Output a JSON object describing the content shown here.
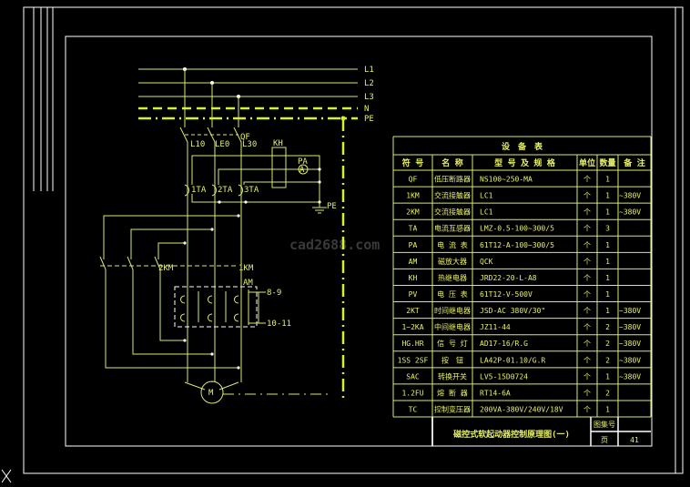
{
  "bus_labels": [
    "L1",
    "L2",
    "L3",
    "N",
    "PE"
  ],
  "circuit_labels": {
    "qf": "QF",
    "l1o": "L10",
    "l2o": "LE0",
    "l3o": "L30",
    "kh": "KH",
    "pa": "PA",
    "ta1": "1TA",
    "ta2": "2TA",
    "ta3": "3TA",
    "pe": "PE",
    "km2": "2KM",
    "km1": "1KM",
    "am": "AM",
    "t89": "8-9",
    "t1011": "10-11",
    "motor": "M"
  },
  "watermark": "cad2688.com",
  "table": {
    "title": "设　备　表",
    "headers": [
      "符 号",
      "名 称",
      "型 号 及 规 格",
      "单位",
      "数量",
      "备 注"
    ],
    "rows": [
      [
        "QF",
        "低压断路器",
        "NS100~250-MA",
        "个",
        "1",
        ""
      ],
      [
        "1KM",
        "交流接触器",
        "LC1",
        "个",
        "1",
        "~380V"
      ],
      [
        "2KM",
        "交流接触器",
        "LC1",
        "个",
        "1",
        "~380V"
      ],
      [
        "TA",
        "电流互感器",
        "LMZ-0.5-100~300/5",
        "个",
        "3",
        ""
      ],
      [
        "PA",
        "电 流 表",
        "61T12-A-100~300/5",
        "个",
        "1",
        ""
      ],
      [
        "AM",
        "磁放大器",
        "QCK",
        "个",
        "1",
        ""
      ],
      [
        "KH",
        "热继电器",
        "JRD22-20-L-A8",
        "个",
        "1",
        ""
      ],
      [
        "PV",
        "电 压 表",
        "61T12-V-500V",
        "个",
        "1",
        ""
      ],
      [
        "2KT",
        "时间继电器",
        "JSD-AC 380V/30\"",
        "个",
        "1",
        "~380V"
      ],
      [
        "1~2KA",
        "中间继电器",
        "JZ11-44",
        "个",
        "2",
        "~380V"
      ],
      [
        "HG.HR",
        "信 号 灯",
        "AD17-16/R.G",
        "个",
        "2",
        "~380V"
      ],
      [
        "1SS 2SF",
        "按　钮",
        "LA42P-01.10/G.R",
        "个",
        "2",
        "~380V"
      ],
      [
        "SAC",
        "转换开关",
        "LV5-15D0724",
        "个",
        "1",
        "~380V"
      ],
      [
        "1.2FU",
        "熔 断 器",
        "RT14-6A",
        "个",
        "2",
        ""
      ],
      [
        "TC",
        "控制变压器",
        "200VA-380V/240V/18V",
        "个",
        "1",
        ""
      ]
    ]
  },
  "title_block": {
    "drawing_title": "磁控式软起动器控制原理图(一)",
    "atlas_label": "图集号",
    "atlas_value": "",
    "page_label": "页",
    "page_value": "41"
  },
  "colors": {
    "line": "#d8e870",
    "frame": "#ffffff",
    "text": "#e8f06a"
  }
}
